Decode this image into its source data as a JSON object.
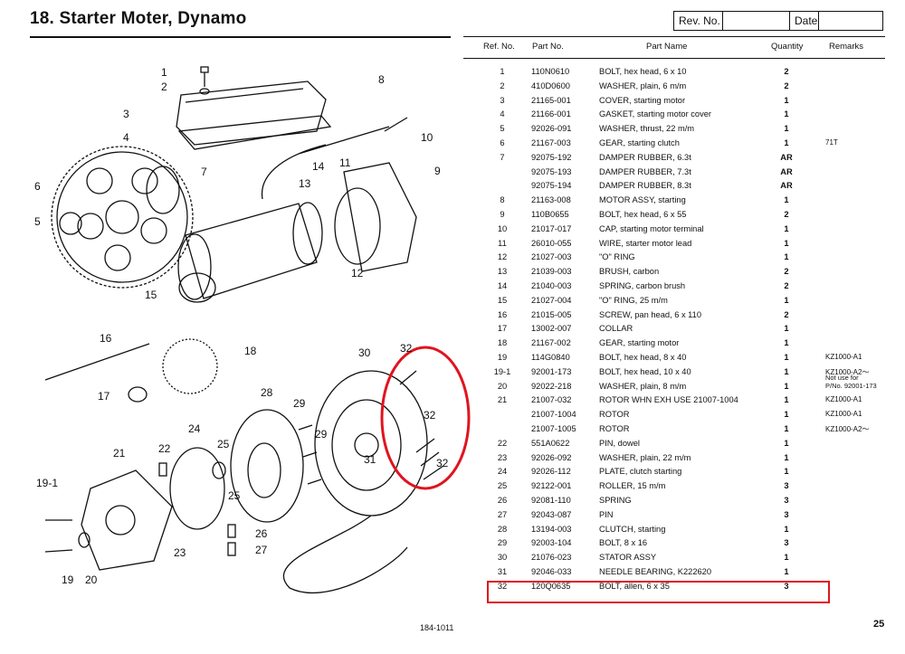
{
  "header": {
    "title": "18.  Starter Moter, Dynamo",
    "rev_label": "Rev.  No.",
    "date_label": "Date"
  },
  "table": {
    "headers": {
      "ref": "Ref.  No.",
      "part": "Part  No.",
      "name": "Part  Name",
      "qty": "Quantity",
      "remarks": "Remarks"
    },
    "rows": [
      {
        "ref": "1",
        "part": "110N0610",
        "name": "BOLT, hex head, 6 x 10",
        "qty": "2",
        "rem": ""
      },
      {
        "ref": "2",
        "part": "410D0600",
        "name": "WASHER, plain, 6 m/m",
        "qty": "2",
        "rem": ""
      },
      {
        "ref": "3",
        "part": "21165-001",
        "name": "COVER, starting motor",
        "qty": "1",
        "rem": ""
      },
      {
        "ref": "4",
        "part": "21166-001",
        "name": "GASKET, starting motor cover",
        "qty": "1",
        "rem": ""
      },
      {
        "ref": "5",
        "part": "92026-091",
        "name": "WASHER, thrust, 22 m/m",
        "qty": "1",
        "rem": ""
      },
      {
        "ref": "6",
        "part": "21167-003",
        "name": "GEAR, starting clutch",
        "qty": "1",
        "rem": "71T"
      },
      {
        "ref": "7",
        "part": "92075-192",
        "name": "DAMPER RUBBER, 6.3t",
        "qty": "AR",
        "rem": ""
      },
      {
        "ref": "",
        "part": "92075-193",
        "name": "DAMPER RUBBER, 7.3t",
        "qty": "AR",
        "rem": ""
      },
      {
        "ref": "",
        "part": "92075-194",
        "name": "DAMPER RUBBER, 8.3t",
        "qty": "AR",
        "rem": ""
      },
      {
        "ref": "8",
        "part": "21163-008",
        "name": "MOTOR ASSY, starting",
        "qty": "1",
        "rem": ""
      },
      {
        "ref": "9",
        "part": "110B0655",
        "name": "BOLT, hex head, 6 x 55",
        "qty": "2",
        "rem": ""
      },
      {
        "ref": "10",
        "part": "21017-017",
        "name": "CAP, starting motor terminal",
        "qty": "1",
        "rem": ""
      },
      {
        "ref": "11",
        "part": "26010-055",
        "name": "WIRE, starter motor lead",
        "qty": "1",
        "rem": ""
      },
      {
        "ref": "12",
        "part": "21027-003",
        "name": "\"O\"  RING",
        "qty": "1",
        "rem": ""
      },
      {
        "ref": "13",
        "part": "21039-003",
        "name": "BRUSH, carbon",
        "qty": "2",
        "rem": ""
      },
      {
        "ref": "14",
        "part": "21040-003",
        "name": "SPRING, carbon brush",
        "qty": "2",
        "rem": ""
      },
      {
        "ref": "15",
        "part": "21027-004",
        "name": "\"O\"  RING, 25 m/m",
        "qty": "1",
        "rem": ""
      },
      {
        "ref": "16",
        "part": "21015-005",
        "name": "SCREW, pan head, 6 x 110",
        "qty": "2",
        "rem": ""
      },
      {
        "ref": "17",
        "part": "13002-007",
        "name": "COLLAR",
        "qty": "1",
        "rem": ""
      },
      {
        "ref": "18",
        "part": "21167-002",
        "name": "GEAR, starting motor",
        "qty": "1",
        "rem": ""
      },
      {
        "ref": "19",
        "part": "114G0840",
        "name": "BOLT, hex head, 8 x 40",
        "qty": "1",
        "rem": "KZ1000-A1"
      },
      {
        "ref": "19-1",
        "part": "92001-173",
        "name": "BOLT, hex head, 10 x 40",
        "qty": "1",
        "rem": "KZ1000-A2～"
      },
      {
        "ref": "20",
        "part": "92022-218",
        "name": "WASHER, plain, 8 m/m",
        "qty": "1",
        "rem": ""
      },
      {
        "ref": "21",
        "part": "21007-032",
        "name": "ROTOR     WHN EXH USE 21007-1004",
        "qty": "1",
        "rem": "KZ1000-A1"
      },
      {
        "ref": "",
        "part": "21007-1004",
        "name": "ROTOR",
        "qty": "1",
        "rem": "KZ1000-A1"
      },
      {
        "ref": "",
        "part": "21007-1005",
        "name": "ROTOR",
        "qty": "1",
        "rem": "KZ1000-A2～"
      },
      {
        "ref": "22",
        "part": "551A0622",
        "name": "PIN, dowel",
        "qty": "1",
        "rem": ""
      },
      {
        "ref": "23",
        "part": "92026-092",
        "name": "WASHER, plain, 22 m/m",
        "qty": "1",
        "rem": ""
      },
      {
        "ref": "24",
        "part": "92026-112",
        "name": "PLATE, clutch starting",
        "qty": "1",
        "rem": ""
      },
      {
        "ref": "25",
        "part": "92122-001",
        "name": "ROLLER, 15 m/m",
        "qty": "3",
        "rem": ""
      },
      {
        "ref": "26",
        "part": "92081-110",
        "name": "SPRING",
        "qty": "3",
        "rem": ""
      },
      {
        "ref": "27",
        "part": "92043-087",
        "name": "PIN",
        "qty": "3",
        "rem": ""
      },
      {
        "ref": "28",
        "part": "13194-003",
        "name": "CLUTCH, starting",
        "qty": "1",
        "rem": ""
      },
      {
        "ref": "29",
        "part": "92003-104",
        "name": "BOLT, 8 x 16",
        "qty": "3",
        "rem": ""
      },
      {
        "ref": "30",
        "part": "21076-023",
        "name": "STATOR ASSY",
        "qty": "1",
        "rem": ""
      },
      {
        "ref": "31",
        "part": "92046-033",
        "name": "NEEDLE BEARING, K222620",
        "qty": "1",
        "rem": ""
      },
      {
        "ref": "32",
        "part": "120Q0635",
        "name": "BOLT, allen, 6 x 35",
        "qty": "3",
        "rem": ""
      }
    ],
    "note": [
      "Not use for",
      "P/No. 92001-173"
    ]
  },
  "diagram_labels": [
    "1",
    "2",
    "3",
    "4",
    "5",
    "6",
    "7",
    "8",
    "9",
    "10",
    "11",
    "12",
    "13",
    "14",
    "15",
    "16",
    "17",
    "18",
    "19-1",
    "19",
    "20",
    "21",
    "22",
    "23",
    "24",
    "25",
    "25",
    "26",
    "27",
    "28",
    "29",
    "29",
    "30",
    "31",
    "32",
    "32",
    "32"
  ],
  "footer": {
    "code": "184-1011",
    "page": "25"
  },
  "colors": {
    "highlight": "#e0141e",
    "ink": "#111111"
  }
}
